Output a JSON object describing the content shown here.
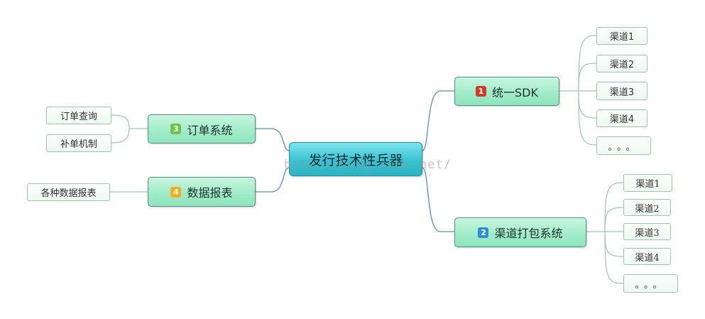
{
  "central": {
    "label": "发行技术性兵器"
  },
  "watermark": "http://blog.csdn.net/",
  "branches": [
    {
      "number": "1",
      "label": "统一SDK",
      "badge_color": "#d23a2a"
    },
    {
      "number": "2",
      "label": "渠道打包系统",
      "badge_color": "#2f8fd6"
    },
    {
      "number": "3",
      "label": "订单系统",
      "badge_color": "#6fc24a"
    },
    {
      "number": "4",
      "label": "数据报表",
      "badge_color": "#f0b020"
    }
  ],
  "leaves": {
    "sdk": [
      "渠道1",
      "渠道2",
      "渠道3",
      "渠道4",
      "。。。"
    ],
    "packaging": [
      "渠道1",
      "渠道2",
      "渠道3",
      "渠道4",
      "。。。"
    ],
    "order": [
      "订单查询",
      "补单机制"
    ],
    "report": [
      "各种数据报表"
    ]
  },
  "colors": {
    "central_fill": "#37c3d2",
    "main_fill": "#9eebc7",
    "leaf_fill": "#f4fbf6",
    "connector": "#5b8fa3",
    "leaf_connector": "#9cc7ae"
  }
}
